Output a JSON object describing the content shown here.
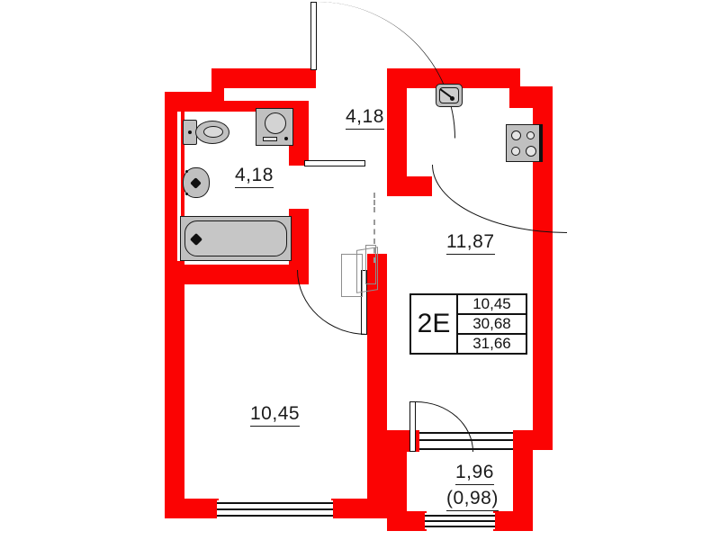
{
  "plan": {
    "type": "apartment-floor-plan",
    "apartment_code": "2E",
    "areas": {
      "living_area": "10,45",
      "total_area_without_balcony": "30,68",
      "total_area_with_balcony": "31,66"
    },
    "rooms": [
      {
        "name": "hallway",
        "label": "4,18"
      },
      {
        "name": "bathroom",
        "label": "4,18"
      },
      {
        "name": "kitchen",
        "label": "11,87"
      },
      {
        "name": "living-room",
        "label": "10,45"
      },
      {
        "name": "balcony",
        "label": "1,96"
      },
      {
        "name": "balcony-coefficient",
        "label": "(0,98)"
      }
    ],
    "fixtures": [
      {
        "name": "toilet"
      },
      {
        "name": "washbasin"
      },
      {
        "name": "washing-machine"
      },
      {
        "name": "bathtub"
      },
      {
        "name": "kitchen-sink"
      },
      {
        "name": "cooktop-stove"
      }
    ],
    "colors": {
      "wall": "#fb0303",
      "fixture_fill": "#c0c0c0",
      "outline": "#111111",
      "text": "#1b1b1b"
    }
  }
}
